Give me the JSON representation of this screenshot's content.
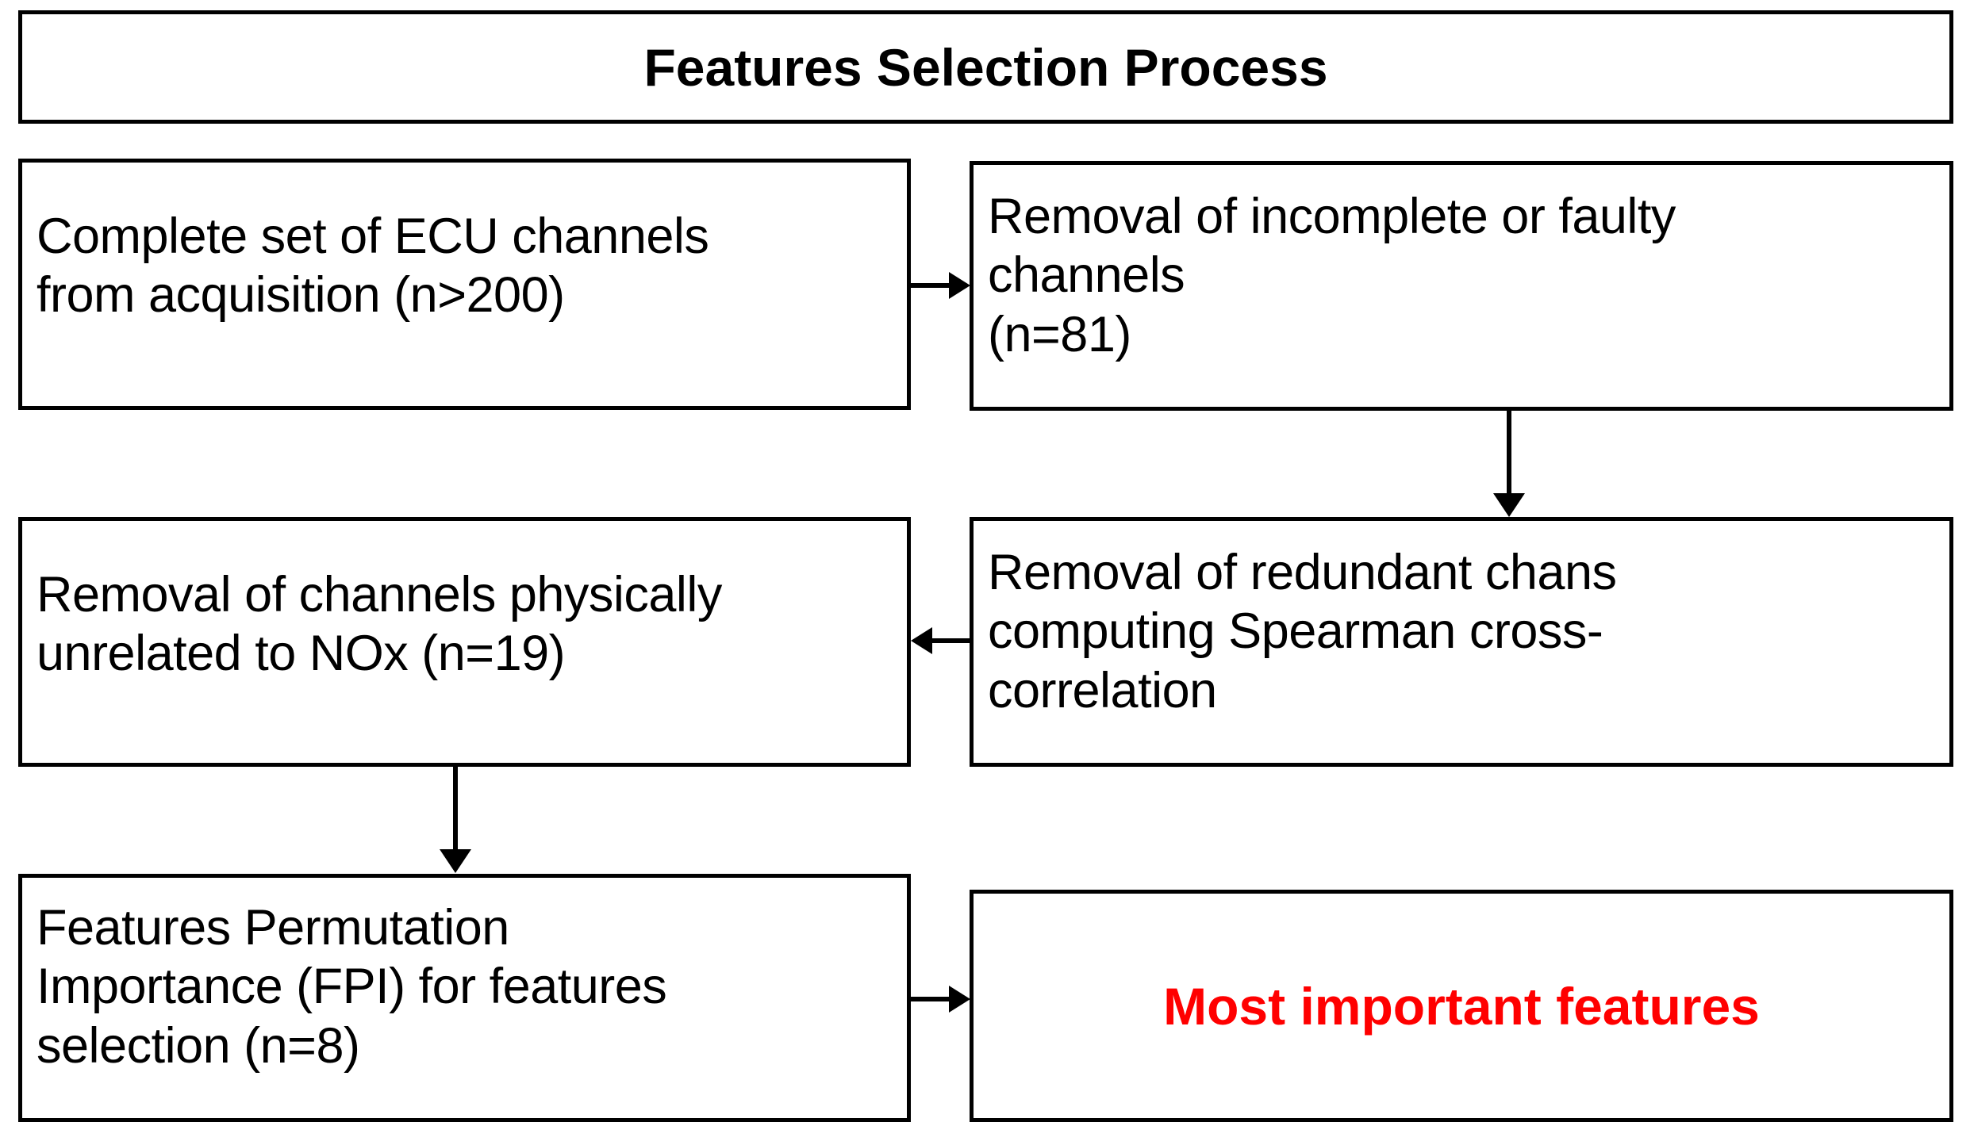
{
  "diagram": {
    "title": "Features Selection Process",
    "accent_color": "#ff0000",
    "line_color": "#000000",
    "background_color": "#ffffff",
    "nodes": [
      {
        "id": "ecu-channels",
        "text": "Complete set of ECU channels\nfrom acquisition (n>200)",
        "color": "#000000",
        "row": 1,
        "column": "left"
      },
      {
        "id": "incomplete",
        "text": "Removal of incomplete or faulty\nchannels\n(n=81)",
        "color": "#000000",
        "row": 1,
        "column": "right"
      },
      {
        "id": "unrelated-nox",
        "text": "Removal of channels physically\nunrelated to NOx (n=19)",
        "color": "#000000",
        "row": 2,
        "column": "left"
      },
      {
        "id": "redundant",
        "text": "Removal of redundant chans\ncomputing Spearman cross-\ncorrelation",
        "color": "#000000",
        "row": 2,
        "column": "right"
      },
      {
        "id": "fpi",
        "text": "Features Permutation\nImportance (FPI) for features\nselection (n=8)",
        "color": "#000000",
        "row": 3,
        "column": "left"
      },
      {
        "id": "most-important",
        "text": "Most important features",
        "color": "#ff0000",
        "row": 3,
        "column": "right"
      }
    ],
    "connectors": [
      {
        "id": "conn1",
        "from": "ecu-channels",
        "to": "incomplete",
        "direction": "right"
      },
      {
        "id": "conn2",
        "from": "incomplete",
        "to": "redundant",
        "direction": "down"
      },
      {
        "id": "conn3",
        "from": "redundant",
        "to": "unrelated-nox",
        "direction": "left"
      },
      {
        "id": "conn4",
        "from": "unrelated-nox",
        "to": "fpi",
        "direction": "down"
      },
      {
        "id": "conn5",
        "from": "fpi",
        "to": "most-important",
        "direction": "right"
      }
    ]
  }
}
